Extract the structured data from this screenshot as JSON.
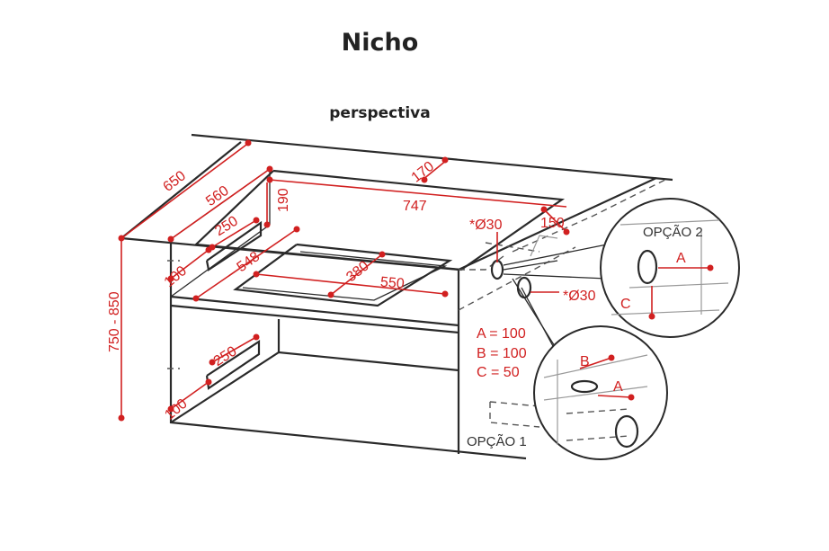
{
  "title": "Nicho",
  "subtitle": "perspectiva",
  "dimensions": {
    "d650": "650",
    "d560": "560",
    "d170": "170",
    "d190": "190",
    "d747": "747",
    "d150": "150",
    "d250_top": "250",
    "d100_top": "100",
    "d548": "548",
    "d380": "380",
    "d550": "550",
    "d750_850": "750 - 850",
    "d250_bottom": "250",
    "d100_bottom": "100",
    "d30_a": "*Ø30",
    "d30_b": "*Ø30"
  },
  "legend": {
    "a": "A = 100",
    "b": "B = 100",
    "c": "C = 50"
  },
  "options": {
    "opcao1": "OPÇÃO 1",
    "opcao2": "OPÇÃO 2"
  },
  "detail_labels": {
    "a_opt2": "A",
    "c_opt2": "C",
    "b_opt1": "B",
    "a_opt1": "A"
  },
  "colors": {
    "dimension": "#d12020",
    "outline": "#2a2a2a"
  }
}
